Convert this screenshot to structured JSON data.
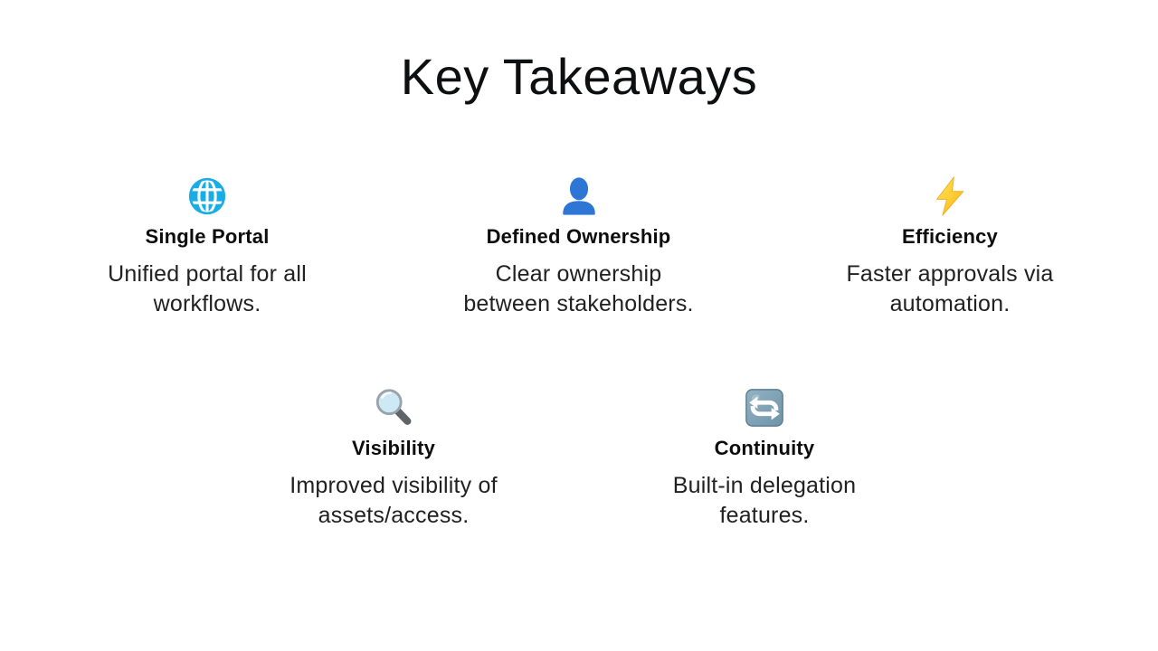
{
  "slide": {
    "title": "Key Takeaways",
    "colors": {
      "background": "#ffffff",
      "title_text": "#0e0f10",
      "heading_text": "#0d0d0d",
      "body_text": "#212121",
      "globe_blue": "#19ade6",
      "person_blue": "#2d76d6",
      "bolt_yellow_light": "#ffdf52",
      "bolt_yellow_dark": "#f6a823",
      "magnifier_lens": "#cde9f6",
      "magnifier_handle": "#5f6469",
      "repeat_square": "#7fa2b6",
      "repeat_arrows": "#ffffff"
    },
    "items": [
      {
        "icon": "globe-icon",
        "heading": "Single Portal",
        "body": "Unified portal for all\nworkflows."
      },
      {
        "icon": "person-icon",
        "heading": "Defined Ownership",
        "body": "Clear ownership\nbetween stakeholders."
      },
      {
        "icon": "lightning-icon",
        "heading": "Efficiency",
        "body": "Faster approvals via\nautomation."
      },
      {
        "icon": "magnifier-icon",
        "heading": "Visibility",
        "body": "Improved visibility of\nassets/access."
      },
      {
        "icon": "repeat-icon",
        "heading": "Continuity",
        "body": "Built-in delegation\nfeatures."
      }
    ]
  }
}
